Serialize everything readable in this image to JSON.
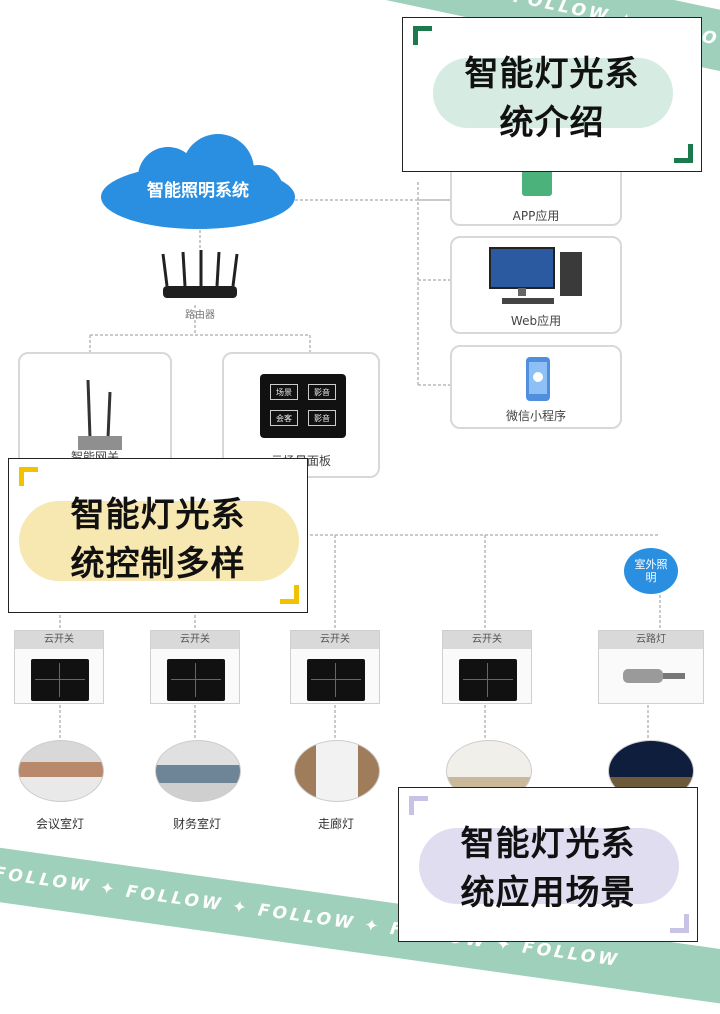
{
  "cloud": {
    "label": "智能照明系统"
  },
  "router": {
    "label": "路由器"
  },
  "gateway": {
    "label": "智能网关"
  },
  "scene_panel": {
    "label": "云场景面板",
    "keys": [
      "场景",
      "影音",
      "会客",
      "影音"
    ]
  },
  "apps": [
    {
      "label": "APP应用",
      "icon": "phone-app-icon"
    },
    {
      "label": "Web应用",
      "icon": "desktop-computer-icon"
    },
    {
      "label": "微信小程序",
      "icon": "wechat-miniprogram-icon"
    }
  ],
  "outdoor": {
    "label": "室外照明"
  },
  "switches": [
    {
      "label": "云开关"
    },
    {
      "label": "云开关"
    },
    {
      "label": "云开关"
    },
    {
      "label": "云开关"
    },
    {
      "label": "云路灯"
    }
  ],
  "scenes": [
    {
      "label": "会议室灯"
    },
    {
      "label": "财务室灯"
    },
    {
      "label": "走廊灯"
    },
    {
      "label": ""
    },
    {
      "label": ""
    }
  ],
  "overlays": {
    "intro": [
      "智能灯光系",
      "统介绍"
    ],
    "control": [
      "智能灯光系",
      "统控制多样"
    ],
    "scenario": [
      "智能灯光系",
      "统应用场景"
    ]
  },
  "banner": {
    "text": "FOLLOW ✦ FOLLOW ✦ FOLLOW ✦ FOLLOW ✦ FOLLOW"
  },
  "colors": {
    "cloud_blue": "#2a8fe0",
    "banner_green": "#9fd0bc",
    "accent_green": "#1b7a4b",
    "accent_yellow": "#f2c200",
    "accent_purple": "#c7c2e6"
  }
}
